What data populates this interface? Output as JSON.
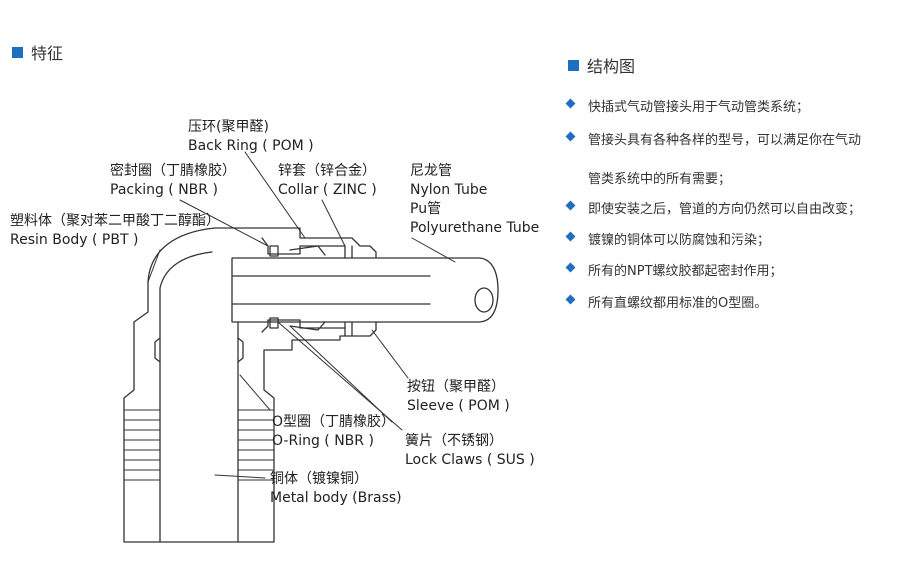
{
  "colors": {
    "accent": "#1f6fc0",
    "line": "#333333"
  },
  "left_heading": {
    "text": "特征",
    "icon": "blue-square-icon"
  },
  "right_heading": {
    "text": "结构图",
    "icon": "blue-square-icon"
  },
  "features": [
    {
      "text": "快插式气动管接头用于气动管类系统；",
      "cont": ""
    },
    {
      "text": "管接头具有各种各样的型号，可以满足你在气动",
      "cont": "管类系统中的所有需要；"
    },
    {
      "text": "即使安装之后，管道的方向仍然可以自由改变；",
      "cont": ""
    },
    {
      "text": "镀镍的铜体可以防腐蚀和污染；",
      "cont": ""
    },
    {
      "text": "所有的NPT螺纹胶都起密封作用；",
      "cont": ""
    },
    {
      "text": "所有直螺纹都用标准的O型圈。",
      "cont": ""
    }
  ],
  "parts": {
    "back_ring": {
      "cn": "压环(聚甲醛)",
      "en": "Back Ring ( POM )"
    },
    "packing": {
      "cn": "密封圈（丁腈橡胶）",
      "en": "Packing ( NBR )"
    },
    "collar": {
      "cn": "锌套（锌合金）",
      "en": "Collar ( ZINC )"
    },
    "tube": {
      "cn": "尼龙管",
      "en": "Nylon Tube",
      "cn2": "Pu管",
      "en2": "Polyurethane Tube"
    },
    "resin_body": {
      "cn": "塑料体（聚对苯二甲酸丁二醇酯）",
      "en": "Resin Body ( PBT )"
    },
    "sleeve": {
      "cn": "按钮（聚甲醛）",
      "en": "Sleeve ( POM )"
    },
    "o_ring": {
      "cn": "O型圈（丁腈橡胶）",
      "en": "O-Ring ( NBR )"
    },
    "lock_claws": {
      "cn": "簧片（不锈钢）",
      "en": "Lock Claws ( SUS )"
    },
    "metal_body": {
      "cn": "铜体（镀镍铜）",
      "en": "Metal body (Brass)"
    }
  }
}
